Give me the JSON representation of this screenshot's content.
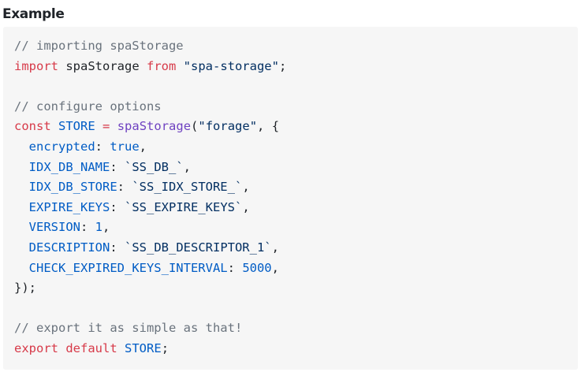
{
  "heading": "Example",
  "colors": {
    "comment": "#6a737d",
    "keyword": "#d73a49",
    "string": "#032f62",
    "constant": "#005cc5",
    "function": "#6f42c1",
    "plain": "#1f2328",
    "code_background": "#f6f6f6"
  },
  "code": {
    "language": "javascript",
    "lines": [
      [
        {
          "t": "comment",
          "v": "// importing spaStorage"
        }
      ],
      [
        {
          "t": "keyword",
          "v": "import"
        },
        {
          "t": "plain",
          "v": " spaStorage "
        },
        {
          "t": "keyword",
          "v": "from"
        },
        {
          "t": "plain",
          "v": " "
        },
        {
          "t": "string",
          "v": "\"spa-storage\""
        },
        {
          "t": "plain",
          "v": ";"
        }
      ],
      [],
      [
        {
          "t": "comment",
          "v": "// configure options"
        }
      ],
      [
        {
          "t": "keyword",
          "v": "const"
        },
        {
          "t": "plain",
          "v": " "
        },
        {
          "t": "constant",
          "v": "STORE"
        },
        {
          "t": "plain",
          "v": " "
        },
        {
          "t": "keyword",
          "v": "="
        },
        {
          "t": "plain",
          "v": " "
        },
        {
          "t": "function",
          "v": "spaStorage"
        },
        {
          "t": "plain",
          "v": "("
        },
        {
          "t": "string",
          "v": "\"forage\""
        },
        {
          "t": "plain",
          "v": ", {"
        }
      ],
      [
        {
          "t": "plain",
          "v": "  "
        },
        {
          "t": "constant",
          "v": "encrypted"
        },
        {
          "t": "plain",
          "v": ": "
        },
        {
          "t": "constant",
          "v": "true"
        },
        {
          "t": "plain",
          "v": ","
        }
      ],
      [
        {
          "t": "plain",
          "v": "  "
        },
        {
          "t": "constant",
          "v": "IDX_DB_NAME"
        },
        {
          "t": "plain",
          "v": ": "
        },
        {
          "t": "string",
          "v": "`SS_DB_`"
        },
        {
          "t": "plain",
          "v": ","
        }
      ],
      [
        {
          "t": "plain",
          "v": "  "
        },
        {
          "t": "constant",
          "v": "IDX_DB_STORE"
        },
        {
          "t": "plain",
          "v": ": "
        },
        {
          "t": "string",
          "v": "`SS_IDX_STORE_`"
        },
        {
          "t": "plain",
          "v": ","
        }
      ],
      [
        {
          "t": "plain",
          "v": "  "
        },
        {
          "t": "constant",
          "v": "EXPIRE_KEYS"
        },
        {
          "t": "plain",
          "v": ": "
        },
        {
          "t": "string",
          "v": "`SS_EXPIRE_KEYS`"
        },
        {
          "t": "plain",
          "v": ","
        }
      ],
      [
        {
          "t": "plain",
          "v": "  "
        },
        {
          "t": "constant",
          "v": "VERSION"
        },
        {
          "t": "plain",
          "v": ": "
        },
        {
          "t": "constant",
          "v": "1"
        },
        {
          "t": "plain",
          "v": ","
        }
      ],
      [
        {
          "t": "plain",
          "v": "  "
        },
        {
          "t": "constant",
          "v": "DESCRIPTION"
        },
        {
          "t": "plain",
          "v": ": "
        },
        {
          "t": "string",
          "v": "`SS_DB_DESCRIPTOR_1`"
        },
        {
          "t": "plain",
          "v": ","
        }
      ],
      [
        {
          "t": "plain",
          "v": "  "
        },
        {
          "t": "constant",
          "v": "CHECK_EXPIRED_KEYS_INTERVAL"
        },
        {
          "t": "plain",
          "v": ": "
        },
        {
          "t": "constant",
          "v": "5000"
        },
        {
          "t": "plain",
          "v": ","
        }
      ],
      [
        {
          "t": "plain",
          "v": "});"
        }
      ],
      [],
      [
        {
          "t": "comment",
          "v": "// export it as simple as that!"
        }
      ],
      [
        {
          "t": "keyword",
          "v": "export"
        },
        {
          "t": "plain",
          "v": " "
        },
        {
          "t": "keyword",
          "v": "default"
        },
        {
          "t": "plain",
          "v": " "
        },
        {
          "t": "constant",
          "v": "STORE"
        },
        {
          "t": "plain",
          "v": ";"
        }
      ]
    ]
  }
}
